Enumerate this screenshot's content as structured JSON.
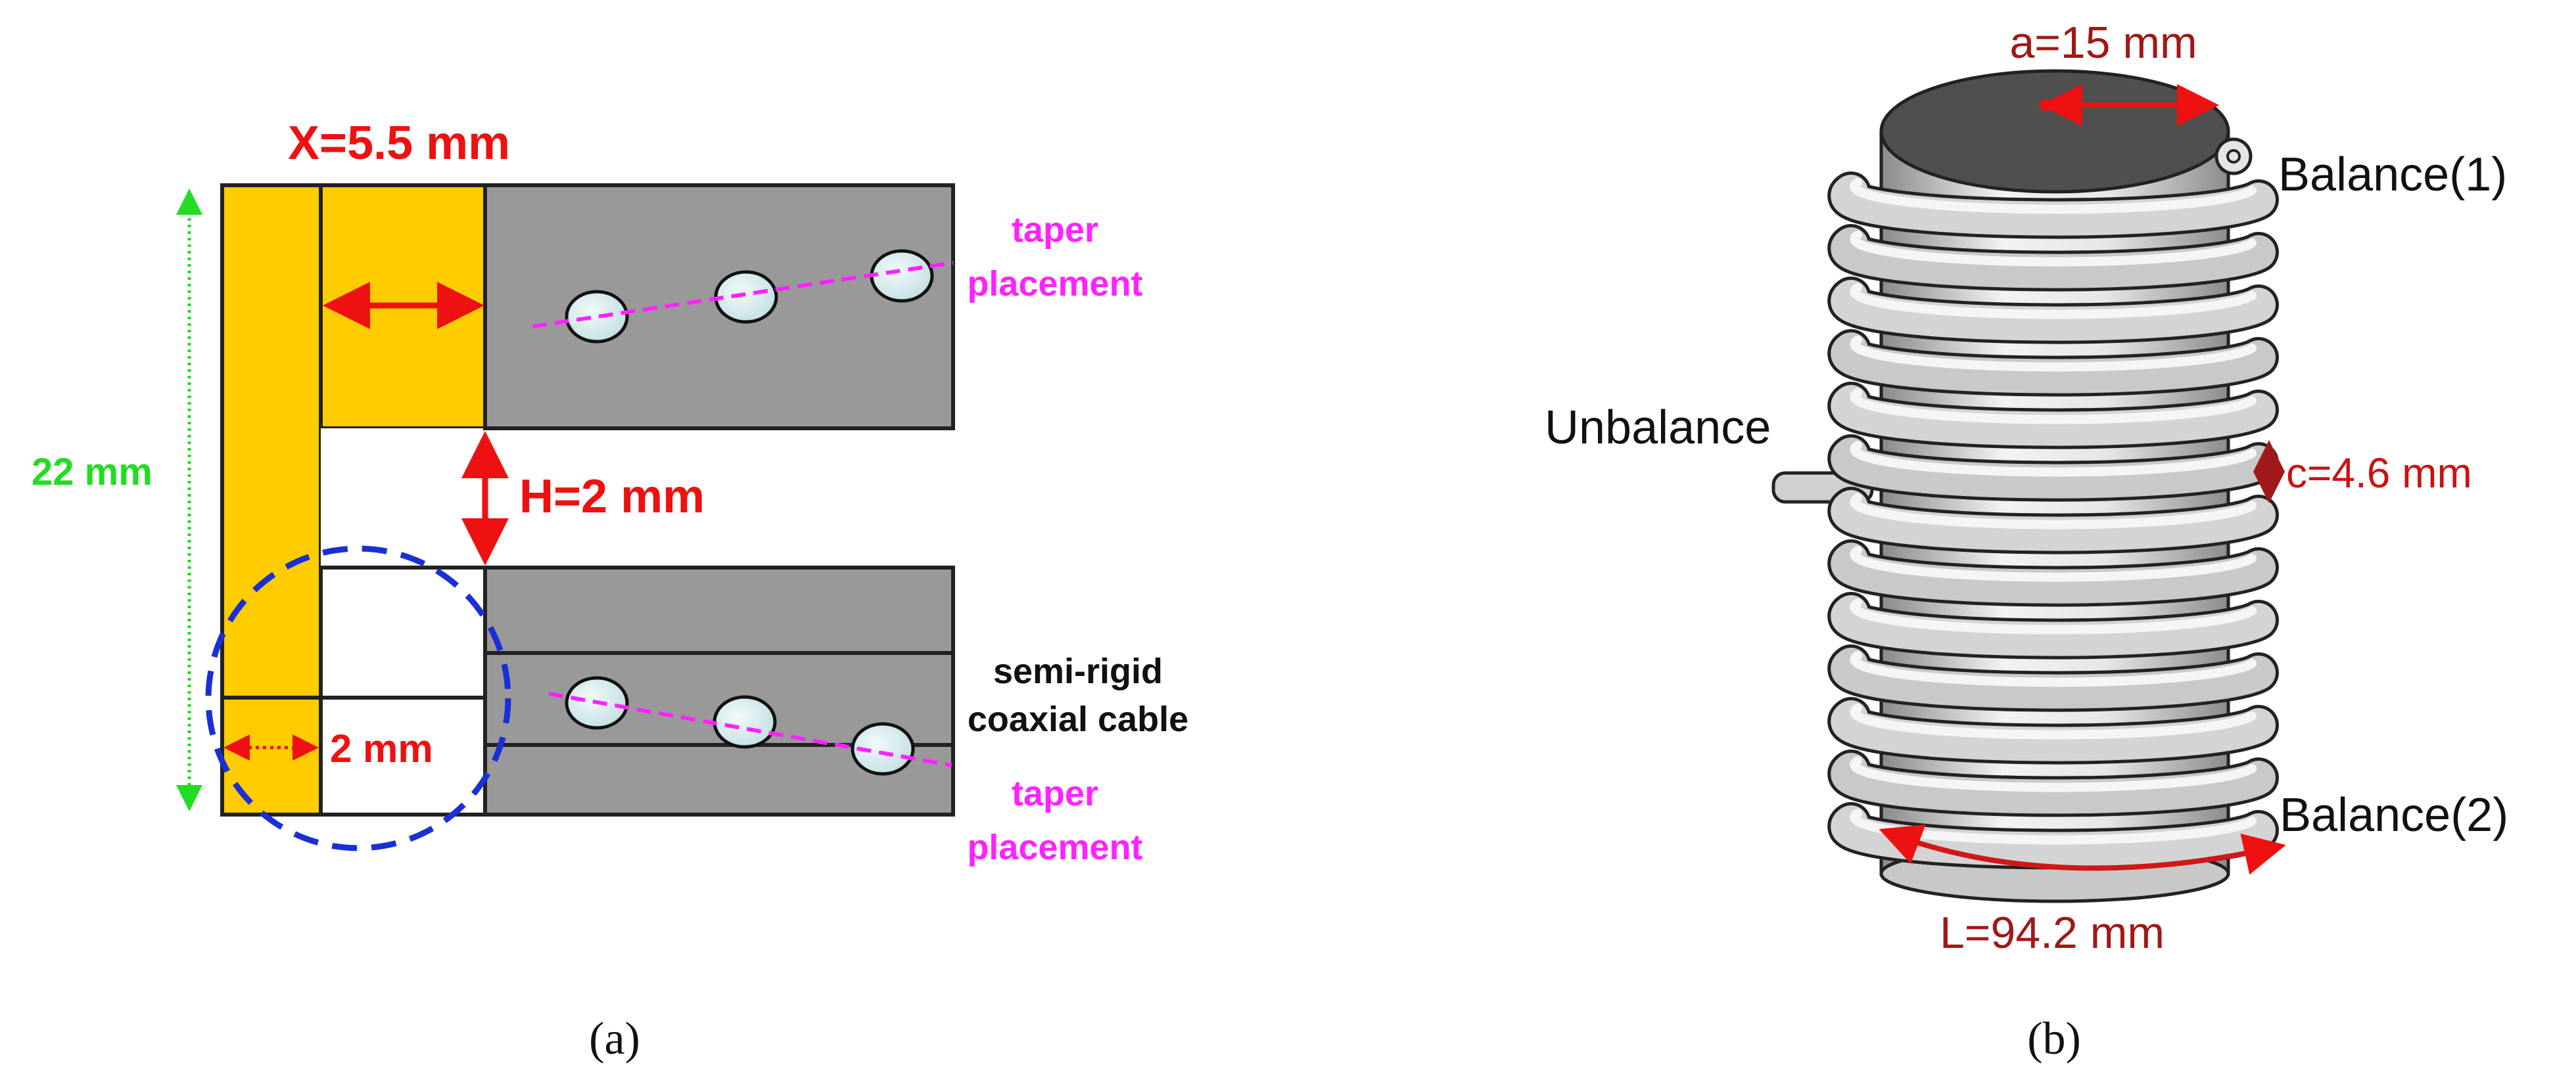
{
  "panel_a": {
    "x_label": "X=5.5 mm",
    "h_label": "H=2 mm",
    "height_label": "22 mm",
    "gap_label": "2 mm",
    "taper_top": {
      "line1": "taper",
      "line2": "placement"
    },
    "taper_bottom": {
      "line1": "taper",
      "line2": "placement"
    },
    "cable": {
      "line1": "semi-rigid",
      "line2": "coaxial cable"
    },
    "caption": "(a)"
  },
  "panel_b": {
    "a_label": "a=15 mm",
    "balance1_label": "Balance(1)",
    "unbalance_label": "Unbalance",
    "c_label": "c=4.6 mm",
    "balance2_label": "Balance(2)",
    "l_label": "L=94.2 mm",
    "caption": "(b)"
  },
  "colors": {
    "gold": "#FFCC00",
    "plate": "#999999",
    "red": "#EE1111",
    "green": "#22DD22",
    "magenta": "#FF22FF",
    "blue": "#1A2FD6",
    "dark_red": "#A01818",
    "hole": "#D8ECEE"
  }
}
